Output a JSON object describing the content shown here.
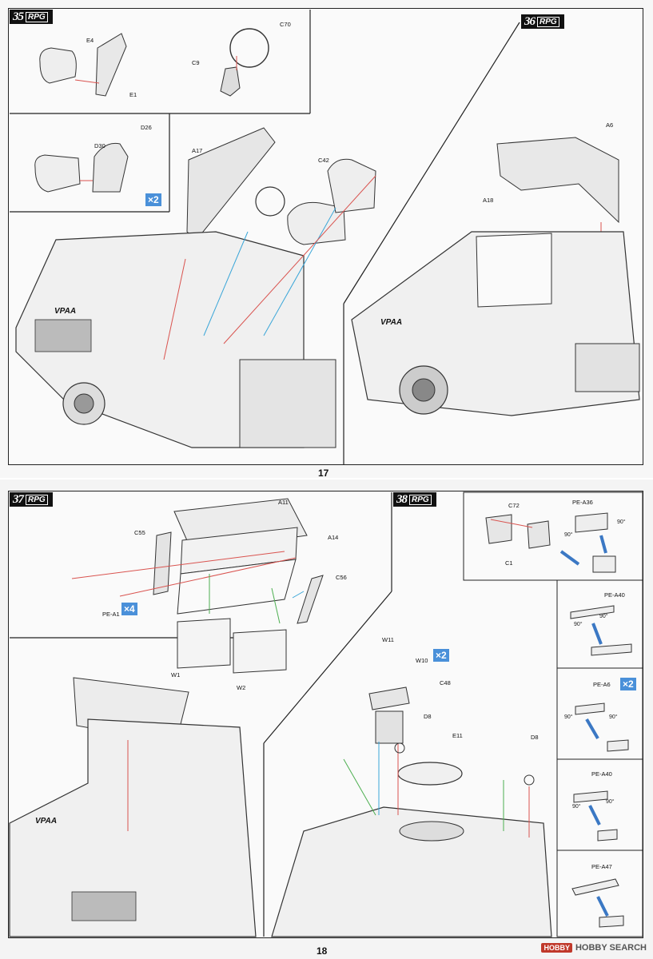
{
  "pages": {
    "top_number": "17",
    "bottom_number": "18"
  },
  "steps": [
    {
      "number": "35",
      "brand": "RPG"
    },
    {
      "number": "36",
      "brand": "RPG"
    },
    {
      "number": "37",
      "brand": "RPG"
    },
    {
      "number": "38",
      "brand": "RPG"
    }
  ],
  "parts_35": [
    "E4",
    "E1",
    "C70",
    "C9",
    "D26",
    "D30",
    "A17",
    "C42"
  ],
  "parts_36": [
    "A6",
    "A18"
  ],
  "parts_37": [
    "A11",
    "A14",
    "C55",
    "C56",
    "PE-A1",
    "W1",
    "W2"
  ],
  "parts_38": [
    "C72",
    "PE-A36",
    "C1",
    "PE-A40",
    "PE-A6",
    "PE-A40",
    "PE-A47",
    "W11",
    "W10",
    "C48",
    "D8",
    "E11",
    "D8"
  ],
  "quantities": {
    "q35": "×2",
    "q37": "×4",
    "q38_w10": "×2",
    "q38_pea6": "×2"
  },
  "angles": [
    "90°",
    "90°",
    "90°",
    "90°",
    "90°",
    "90°",
    "90°",
    "90°"
  ],
  "vehicle_marking": "VPAA",
  "watermark": {
    "logo": "HOBBY",
    "text": "HOBBY SEARCH"
  },
  "colors": {
    "accent_blue": "#4a90d9",
    "guide_red": "#d9534f",
    "guide_green": "#4caf50",
    "guide_cyan": "#3aa6d8"
  }
}
